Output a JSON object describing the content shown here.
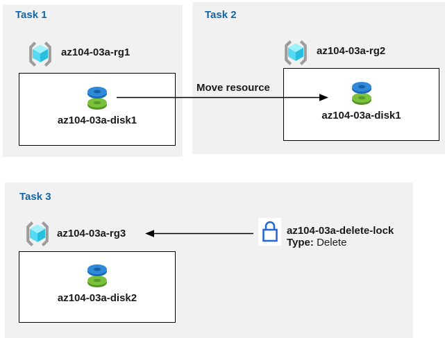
{
  "colors": {
    "panel_bg": "#f1f1f1",
    "title_blue": "#1365a8",
    "text_black": "#1a1a1a",
    "lock_blue": "#2569d2",
    "arrow_black": "#000000",
    "disk_blue": "#2f88d8",
    "disk_green": "#7cc13e",
    "cube_cyan": "#55d8f2"
  },
  "tasks": [
    {
      "title": "Task 1",
      "resource_group": "az104-03a-rg1",
      "disk": "az104-03a-disk1"
    },
    {
      "title": "Task 2",
      "resource_group": "az104-03a-rg2",
      "disk": "az104-03a-disk1"
    },
    {
      "title": "Task 3",
      "resource_group": "az104-03a-rg3",
      "disk": "az104-03a-disk2"
    }
  ],
  "move_arrow": {
    "label": "Move resource"
  },
  "lock": {
    "name": "az104-03a-delete-lock",
    "type_label": "Type:",
    "type_value": "Delete"
  }
}
